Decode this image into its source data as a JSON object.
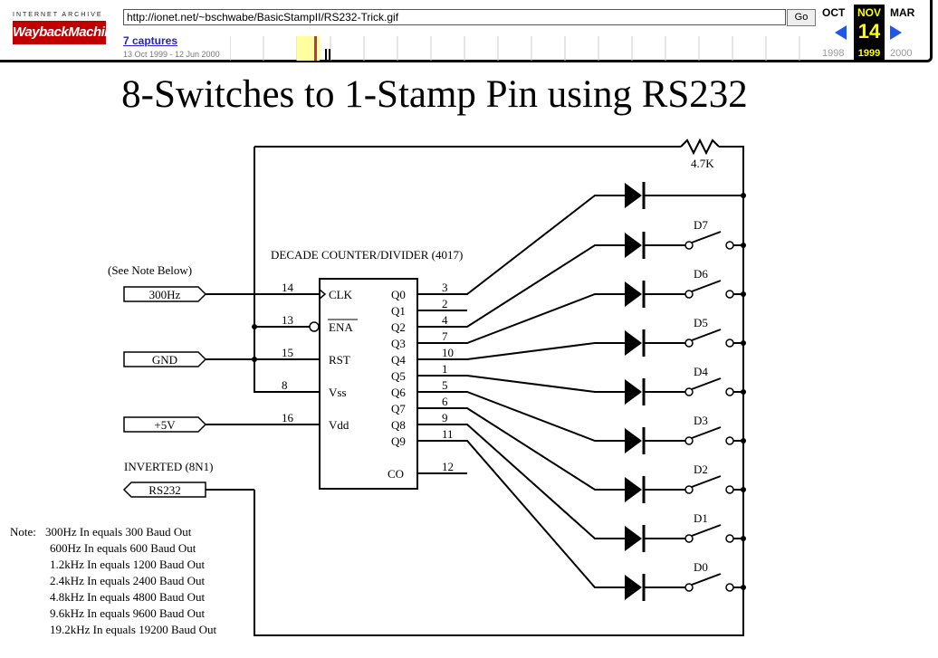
{
  "toolbar": {
    "logo_top": "INTERNET ARCHIVE",
    "logo": "WaybackMachine",
    "url": "http://ionet.net/~bschwabe/BasicStampII/RS232-Trick.gif",
    "go_label": "Go",
    "captures_label": "7 captures",
    "date_range": "13 Oct 1999 - 12 Jun 2000",
    "prev_month": "OCT",
    "current_month": "NOV",
    "next_month": "MAR",
    "current_day": "14",
    "prev_year": "1998",
    "current_year": "1999",
    "next_year": "2000",
    "accent_color": "#ffff00",
    "nav_arrow_color": "#2255ee"
  },
  "page": {
    "title": "8-Switches to 1-Stamp Pin using RS232"
  },
  "schematic": {
    "resistor_label": "4.7K",
    "chip_label": "DECADE COUNTER/DIVIDER (4017)",
    "see_note": "(See Note Below)",
    "inverted_label": "INVERTED (8N1)",
    "connectors": {
      "clk_input": "300Hz",
      "gnd": "GND",
      "vplus": "+5V",
      "rs232": "RS232"
    },
    "left_pins": [
      {
        "num": "14",
        "name": "CLK"
      },
      {
        "num": "13",
        "name": "ENA"
      },
      {
        "num": "15",
        "name": "RST"
      },
      {
        "num": "8",
        "name": "Vss"
      },
      {
        "num": "16",
        "name": "Vdd"
      }
    ],
    "right_pins": [
      {
        "name": "Q0",
        "num": "3"
      },
      {
        "name": "Q1",
        "num": "2"
      },
      {
        "name": "Q2",
        "num": "4"
      },
      {
        "name": "Q3",
        "num": "7"
      },
      {
        "name": "Q4",
        "num": "10"
      },
      {
        "name": "Q5",
        "num": "1"
      },
      {
        "name": "Q6",
        "num": "5"
      },
      {
        "name": "Q7",
        "num": "6"
      },
      {
        "name": "Q8",
        "num": "9"
      },
      {
        "name": "Q9",
        "num": "11"
      },
      {
        "name": "CO",
        "num": "12"
      }
    ],
    "switch_labels": [
      "D7",
      "D6",
      "D5",
      "D4",
      "D3",
      "D2",
      "D1",
      "D0"
    ],
    "note_prefix": "Note:",
    "notes": [
      "300Hz In equals 300 Baud Out",
      "600Hz In equals 600 Baud Out",
      "1.2kHz In equals 1200 Baud Out",
      "2.4kHz In equals 2400 Baud Out",
      "4.8kHz In equals 4800 Baud Out",
      "9.6kHz In equals 9600 Baud Out",
      "19.2kHz In equals 19200 Baud Out"
    ]
  }
}
